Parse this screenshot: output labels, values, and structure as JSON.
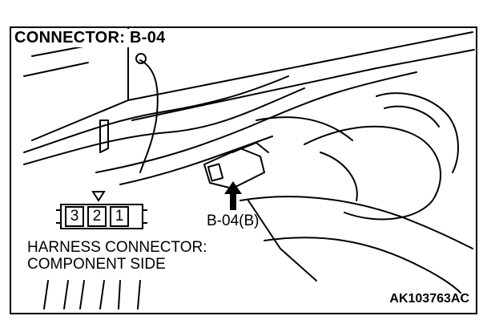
{
  "title": "CONNECTOR: B-04",
  "callout_label": "B-04(B)",
  "caption_lines": [
    "HARNESS CONNECTOR:",
    "COMPONENT SIDE"
  ],
  "figure_code": "AK103763AC",
  "connector_pins": [
    "3",
    "2",
    "1"
  ],
  "icons": [
    "arrow-up-icon",
    "triangle-down-icon"
  ],
  "colors": {
    "line": "#000000",
    "background": "#ffffff"
  }
}
